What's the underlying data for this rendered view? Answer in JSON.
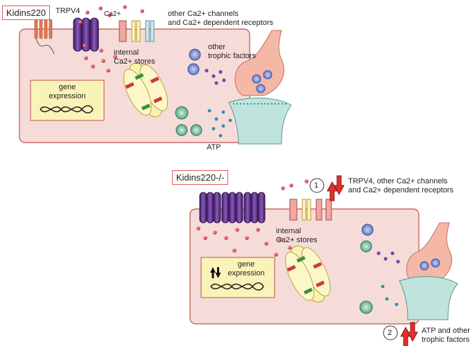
{
  "panel_top": {
    "title": "Kidins220",
    "trpv4_label": "TRPV4",
    "ca_label": "Ca2+",
    "channels_label": "other Ca2+ channels\nand Ca2+ dependent receptors",
    "internal_label": "internal\nCa2+ stores",
    "trophic_label": "other\ntrophic factors",
    "gene_label": "gene\nexpression",
    "atp_label": "ATP"
  },
  "panel_bottom": {
    "title": "Kidins220-/-",
    "internal_label": "internal\nCa2+ stores",
    "gene_label": "gene\nexpression",
    "callout1_number": "1",
    "callout1_text": "TRPV4, other Ca2+ channels\nand Ca2+ dependent receptors",
    "callout2_number": "2",
    "callout2_text": "ATP and other\ntrophic factors"
  },
  "colors": {
    "cell_fill": "#f6dcd8",
    "cell_stroke": "#c0504d",
    "trpv4": "#5b2c83",
    "calcium": "#d9364f",
    "gene_box": "#faf3b8",
    "synapse_top": "#f4b8a6",
    "synapse_bottom": "#bfe3dd",
    "arrow_red": "#e0302a"
  }
}
